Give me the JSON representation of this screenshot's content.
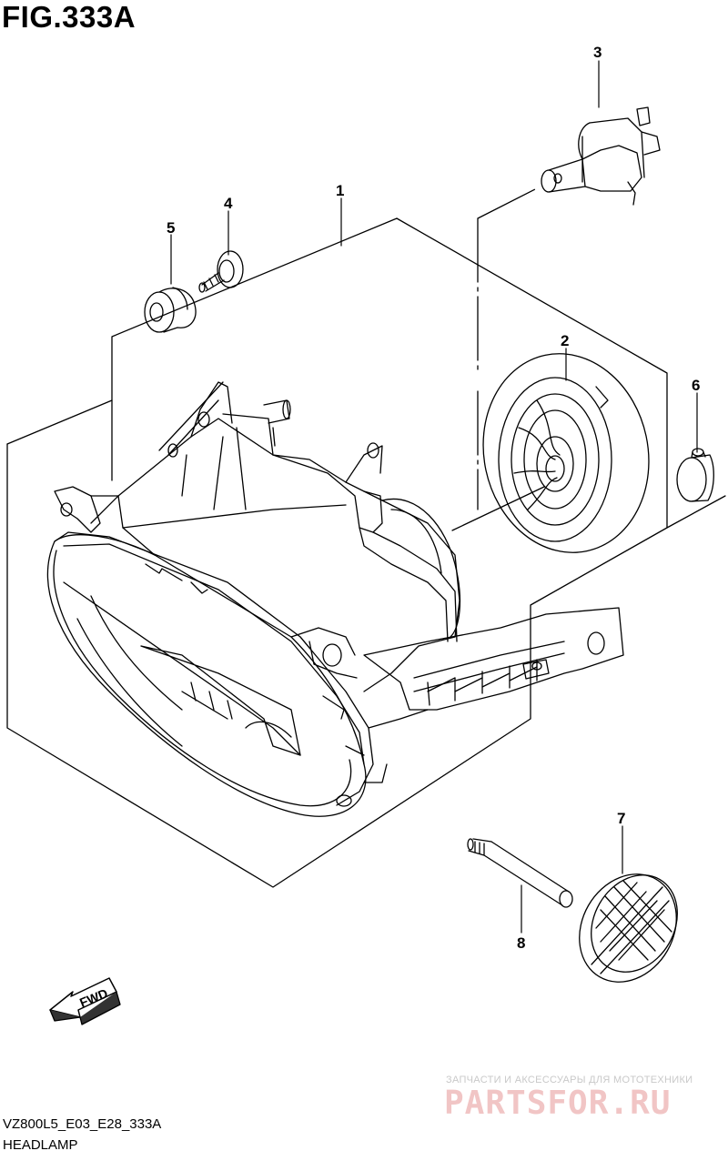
{
  "figure": {
    "title": "FIG.333A"
  },
  "callouts": [
    {
      "id": "1",
      "label": "1"
    },
    {
      "id": "2",
      "label": "2"
    },
    {
      "id": "3",
      "label": "3"
    },
    {
      "id": "4",
      "label": "4"
    },
    {
      "id": "5",
      "label": "5"
    },
    {
      "id": "6",
      "label": "6"
    },
    {
      "id": "7",
      "label": "7"
    },
    {
      "id": "8",
      "label": "8"
    }
  ],
  "direction_arrow": {
    "label": "FWD"
  },
  "footer": {
    "code": "VZ800L5_E03_E28_333A",
    "name": "HEADLAMP"
  },
  "watermark": {
    "tagline": "ЗАПЧАСТИ И АКСЕССУАРЫ ДЛЯ МОТОТЕХНИКИ",
    "brand": "PARTSFOR.RU",
    "color": "#e8a0a0"
  }
}
